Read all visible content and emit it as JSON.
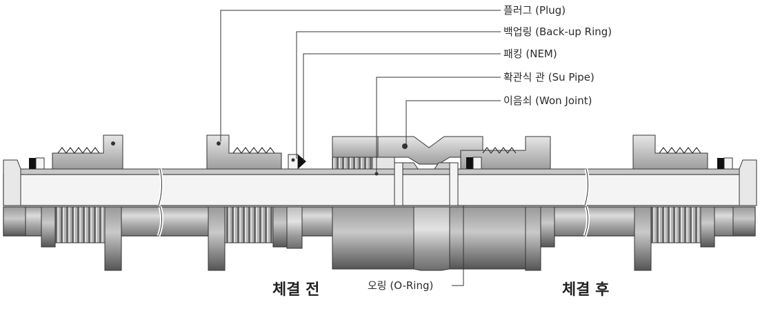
{
  "labels": {
    "plug": "플러그 (Plug)",
    "backup_ring": "백업링 (Back-up Ring)",
    "packing": "패킹 (NEM)",
    "su_pipe": "확관식 관 (Su Pipe)",
    "won_joint": "이음쇠 (Won Joint)",
    "o_ring": "오링 (O-Ring)"
  },
  "captions": {
    "before": "체결 전",
    "after": "체결 후"
  },
  "colors": {
    "metal_light": "#d4d4d4",
    "metal_mid": "#9c9c9c",
    "metal_dark": "#5a5a5a",
    "pipe_fill": "#f2f2f2",
    "outline": "#2b2b2b",
    "packing": "#111111"
  }
}
